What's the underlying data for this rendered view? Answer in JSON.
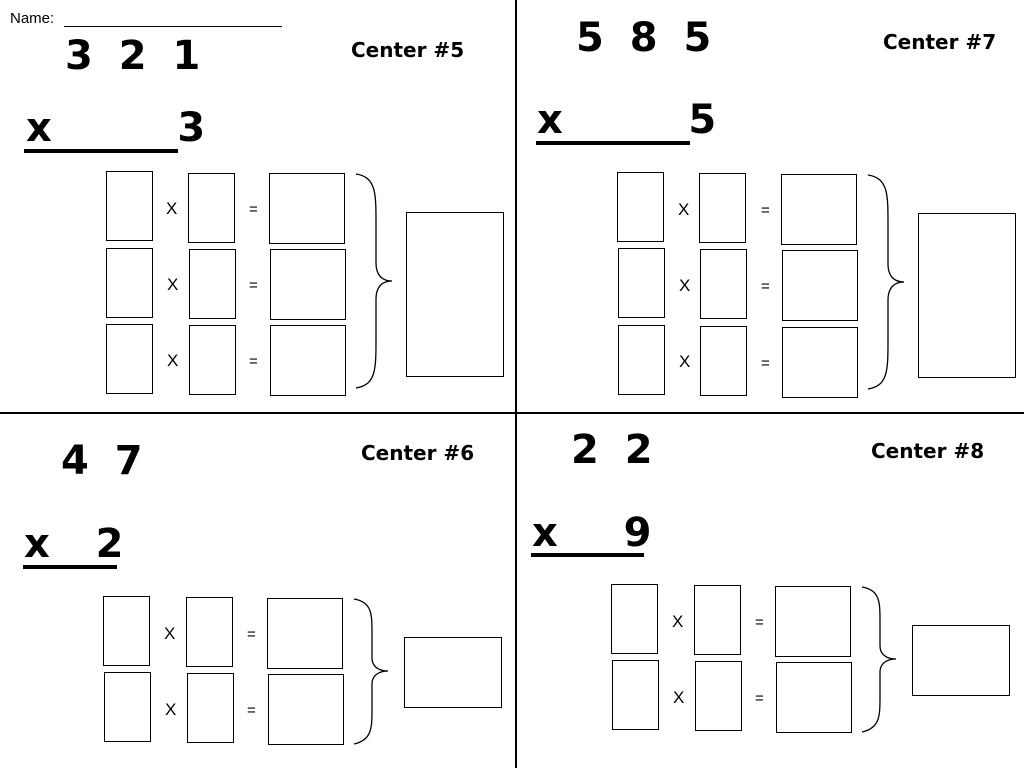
{
  "header": {
    "name_label": "Name:"
  },
  "worksheet": {
    "times_symbol": "X",
    "equals_symbol": "=",
    "centers": [
      {
        "title": "Center #5",
        "top_number": "3 2 1",
        "multiplier_line": "x      3",
        "rows": 3
      },
      {
        "title": "Center #7",
        "top_number": "5 8 5",
        "multiplier_line": "x      5",
        "rows": 3
      },
      {
        "title": "Center #6",
        "top_number": "4 7",
        "multiplier_line": "x  2",
        "rows": 2
      },
      {
        "title": "Center #8",
        "top_number": "2 2",
        "multiplier_line": "x   9",
        "rows": 2
      }
    ]
  }
}
